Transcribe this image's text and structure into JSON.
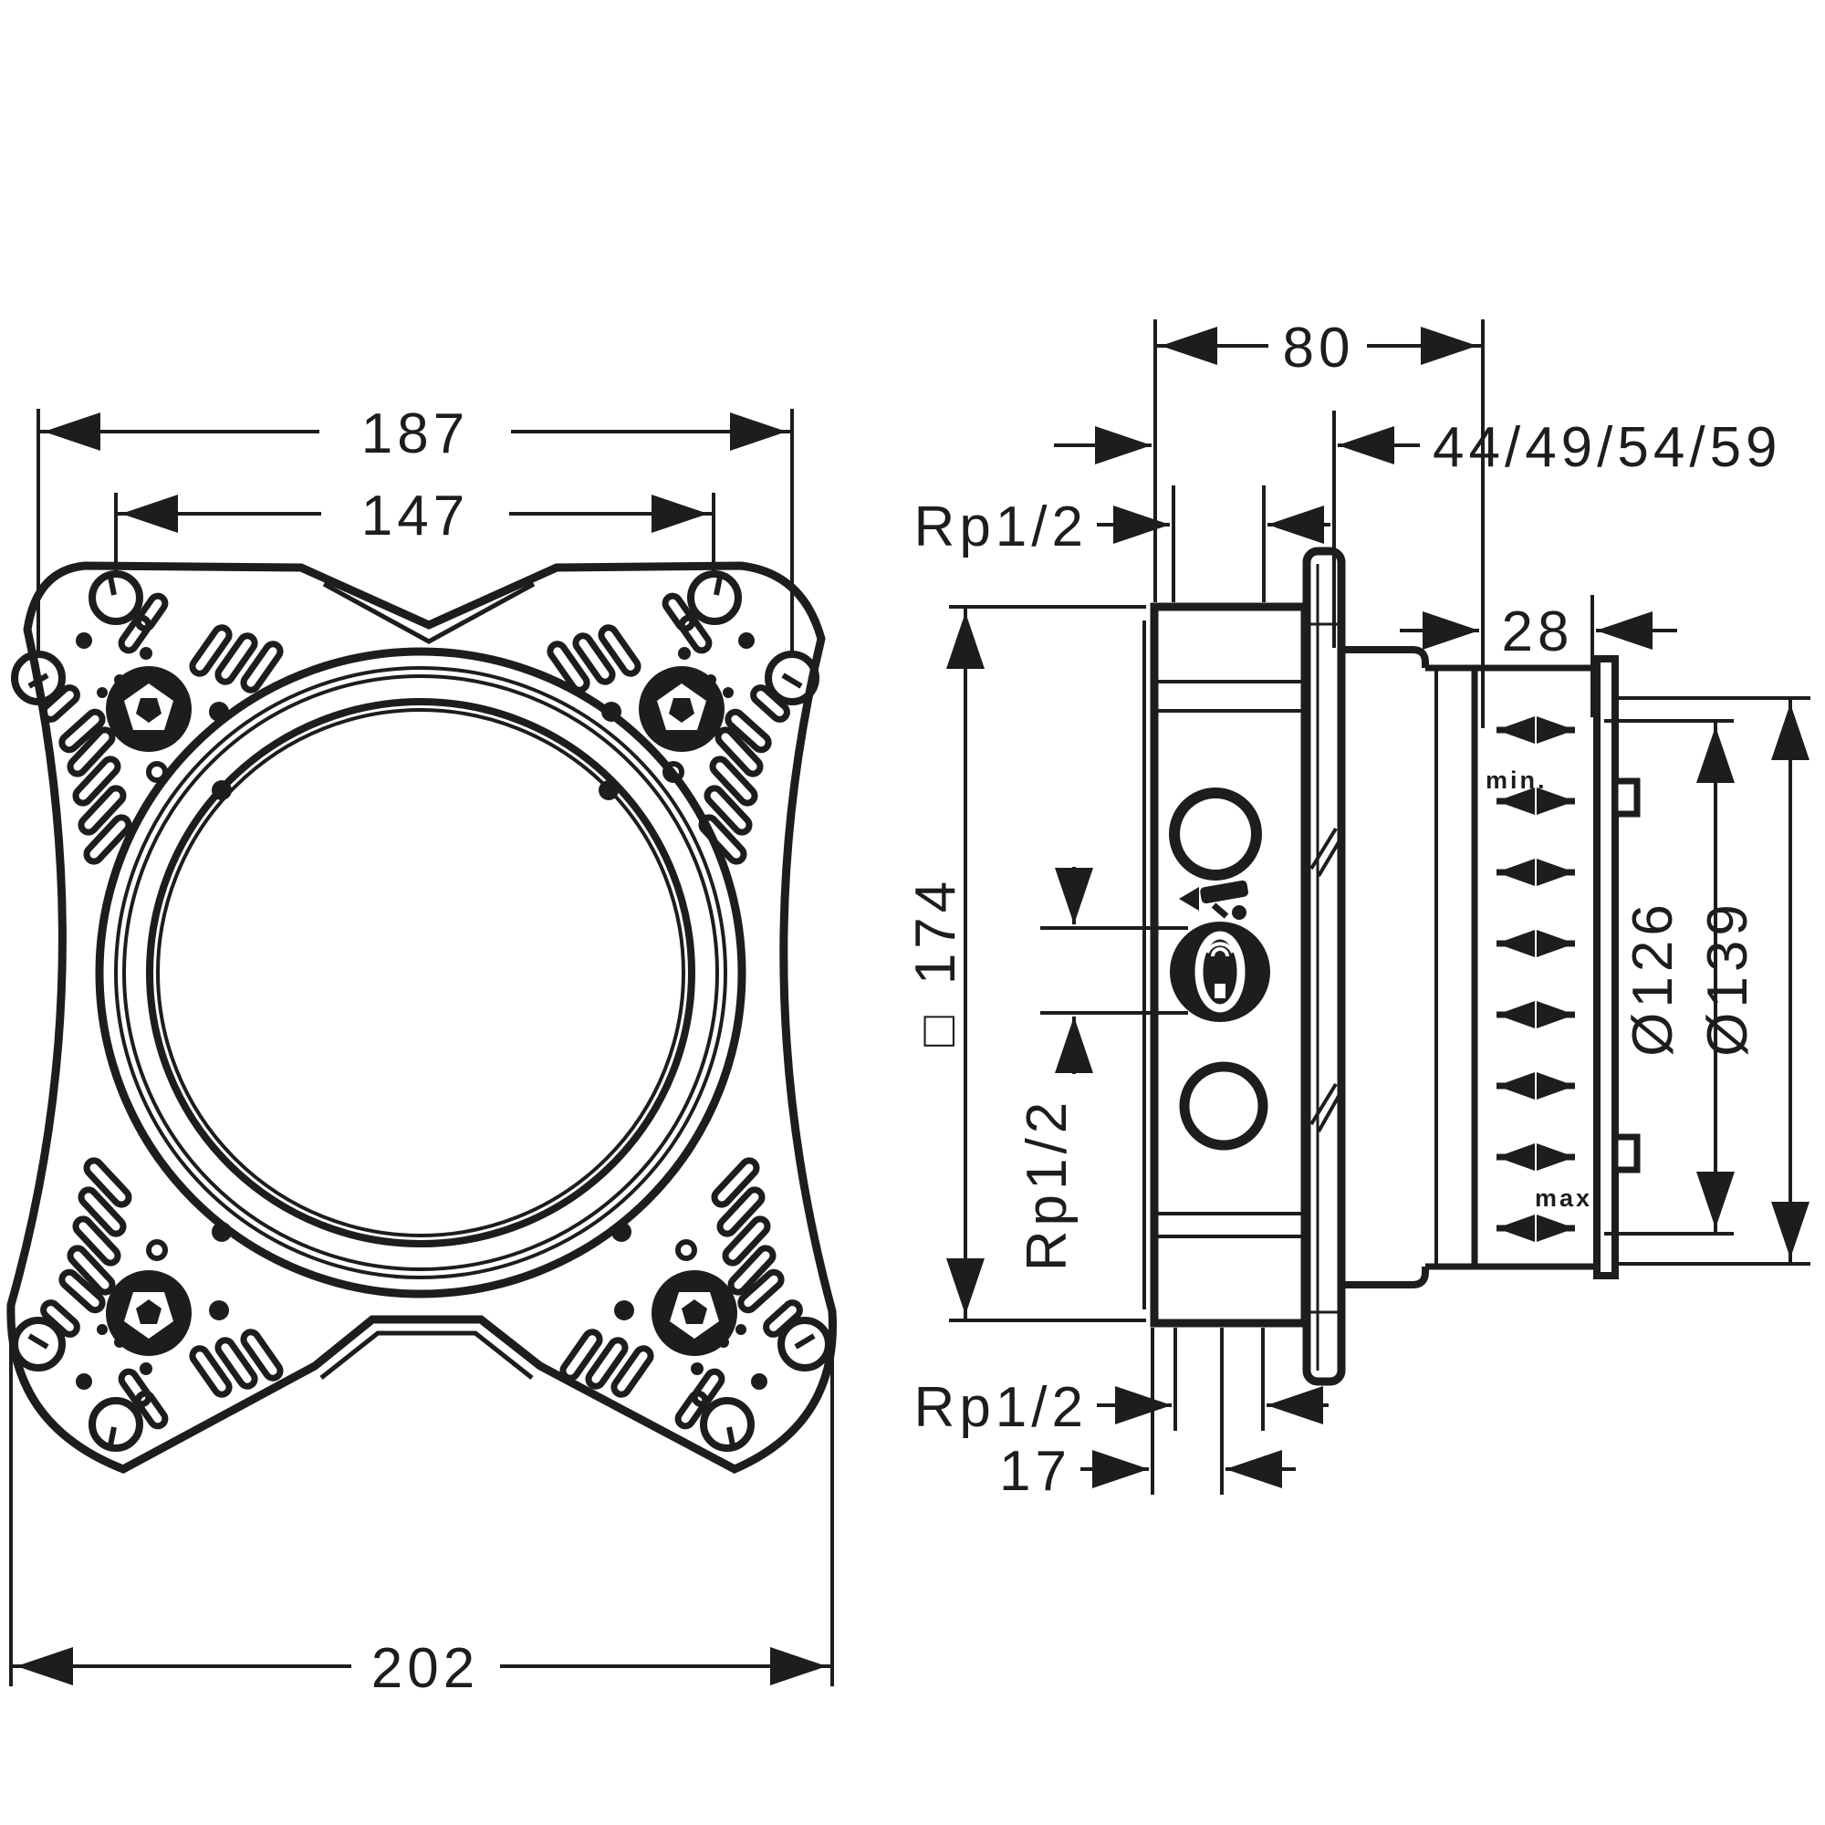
{
  "drawing": {
    "description": "Technical installation dimension drawing of a concealed basic set (rough-in valve body) with front view of cross-shaped mounting plate and side section view",
    "colors": {
      "ink": "#1d1d1b",
      "paper": "#ffffff"
    },
    "front": {
      "dim_width_top": "187",
      "dim_hole_spacing": "147",
      "dim_width_bottom": "202"
    },
    "side": {
      "dim_depth": "80",
      "dim_wall_range": "44/49/54/59",
      "thread_top": "Rp1/2",
      "dim_adjust_zone": "28",
      "square_symbol": "□",
      "dim_body_square": "174",
      "thread_mid": "Rp1/2",
      "thread_bottom": "Rp1/2",
      "dim_back_offset": "17",
      "dia_inner": "Ø126",
      "dia_outer": "Ø139",
      "min_label": "min.",
      "max_label": "max."
    }
  }
}
